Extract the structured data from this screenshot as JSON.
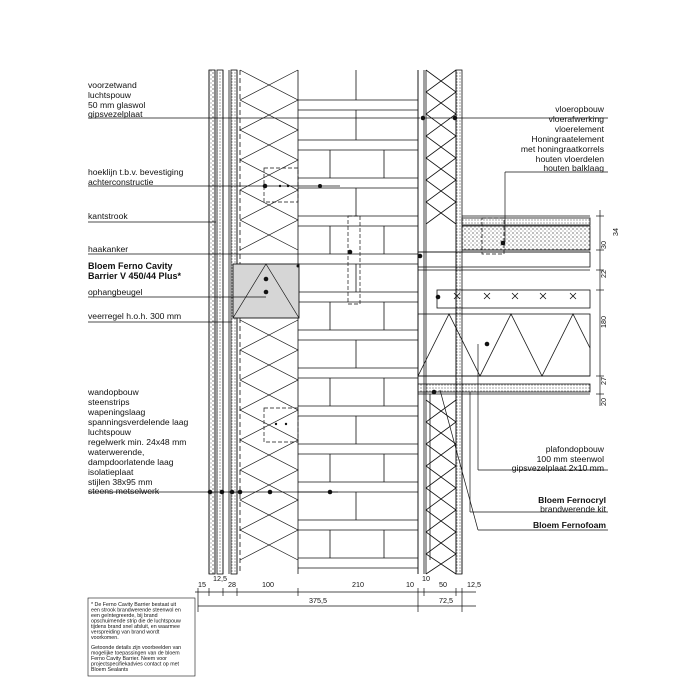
{
  "labels_left": {
    "voorzetwand": [
      "voorzetwand",
      "luchtspouw",
      "50 mm glaswol",
      "gipsvezelplaat"
    ],
    "hoeklijn": [
      "hoeklijn t.b.v. bevestiging",
      "achterconstructie"
    ],
    "kantstrook": "kantstrook",
    "haakanker": "haakanker",
    "cavity_barrier": [
      "Bloem Ferno Cavity",
      "Barrier V 450/44 Plus*"
    ],
    "ophangbeugel": "ophangbeugel",
    "veerregel": "veerregel h.o.h. 300 mm",
    "wandopbouw": [
      "wandopbouw",
      "steenstrips",
      "wapeningslaag",
      "spanningsverdelende laag",
      "luchtspouw",
      "regelwerk min. 24x48 mm",
      "waterwerende,",
      "dampdoorlatende laag",
      "isolatieplaat",
      "stijlen 38x95 mm",
      "steens metselwerk"
    ]
  },
  "labels_right": {
    "vloeropbouw": [
      "vloeropbouw",
      "vloerafwerking",
      "vloerelement",
      "Honingraatelement",
      "met honingraatkorrels",
      "houten vloerdelen",
      "houten balklaag"
    ],
    "plafondopbouw": [
      "plafondopbouw",
      "100 mm steenwol",
      "gipsvezelplaat 2x10 mm"
    ],
    "fernocryl": [
      "Bloem Fernocryl",
      "brandwerende kit"
    ],
    "fernofoam": "Bloem Fernofoam"
  },
  "dimensions_bottom": [
    "15",
    "12,5",
    "28",
    "100",
    "210",
    "10",
    "10",
    "50",
    "12,5"
  ],
  "dimensions_totals": [
    "375,5",
    "72,5"
  ],
  "dimensions_right": [
    "34",
    "30",
    "22",
    "180",
    "27",
    "20"
  ],
  "footnote": [
    "* De Ferno Cavity Barrier bestaat uit",
    "een strook brandwerende steenwol en",
    "een geïntegreerde, bij brand",
    "opschuimende strip die de luchtspouw",
    "tijdens brand snel afsluit, en waarmee",
    "verspreiding van brand wordt",
    "voorkomen.",
    "",
    "Getoonde details zijn voorbeelden van",
    "mogelijke toepassingen van de bloem",
    "Ferno Cavity Barrier. Neem voor",
    "projectspecifiekadvies contact op met",
    "Bloem Sealants"
  ],
  "colors": {
    "line": "#111111",
    "barrier_fill": "#d6d6d6",
    "background": "#ffffff"
  }
}
